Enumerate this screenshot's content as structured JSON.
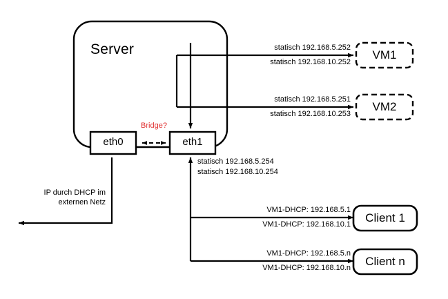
{
  "diagram": {
    "background_color": "#ffffff",
    "stroke_color": "#000000",
    "accent_color": "#e03030"
  },
  "server": {
    "title": "Server",
    "interfaces": [
      {
        "id": "eth0",
        "label": "eth0"
      },
      {
        "id": "eth1",
        "label": "eth1"
      }
    ],
    "bridge_label": "Bridge?"
  },
  "eth1_addresses": {
    "line1": "statisch 192.168.5.254",
    "line2": "statisch 192.168.10.254"
  },
  "external": {
    "line1": "IP durch DHCP im",
    "line2": "externen Netz"
  },
  "vms": [
    {
      "name": "VM1",
      "label_above": "statisch 192.168.5.252",
      "label_below": "statisch 192.168.10.252"
    },
    {
      "name": "VM2",
      "label_above": "statisch 192.168.5.251",
      "label_below": "statisch 192.168.10.253"
    }
  ],
  "clients": [
    {
      "name": "Client 1",
      "label_above": "VM1-DHCP: 192.168.5.1",
      "label_below": "VM1-DHCP: 192.168.10.1"
    },
    {
      "name": "Client n",
      "label_above": "VM1-DHCP: 192.168.5.n",
      "label_below": "VM1-DHCP: 192.168.10.n"
    }
  ]
}
